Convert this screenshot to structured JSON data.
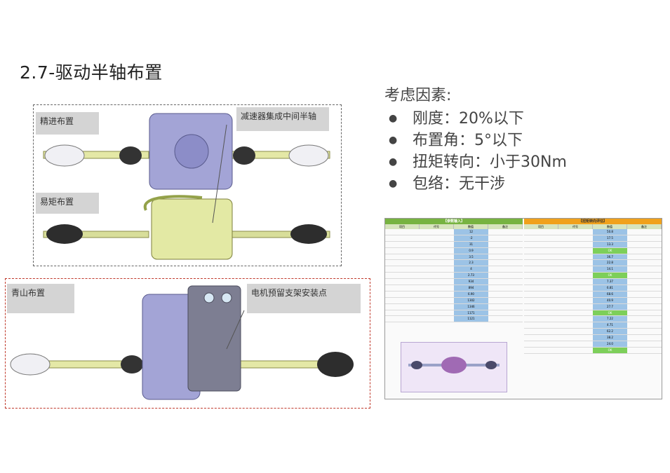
{
  "slide": {
    "title": "2.7-驱动半轴布置"
  },
  "panels": {
    "top": {
      "label_1": "精进布置",
      "label_2": "减速器集成中间半轴",
      "label_3": "易矩布置"
    },
    "bottom": {
      "label_1": "青山布置",
      "label_2": "电机预留支架安装点"
    }
  },
  "considerations": {
    "heading": "考虑因素:",
    "items": [
      "刚度：20%以下",
      "布置角：5°以下",
      "扭矩转向：小于30Nm",
      "包络：无干涉"
    ]
  },
  "spreadsheet": {
    "left_header": "【参数输入】",
    "right_header": "【扭矩转向评估】",
    "left_columns": [
      "项目",
      "代号",
      "数值",
      "备注"
    ],
    "right_columns": [
      "项目",
      "代号",
      "数值",
      "备注"
    ],
    "left_values": [
      "12",
      "-2",
      "31",
      "0.9",
      "3.5",
      "2.3",
      "4",
      "2.73",
      "934",
      "894",
      "6.90",
      "1302",
      "1346",
      "1171",
      "1121"
    ],
    "right_values": [
      "50.8",
      "17.5",
      "13.3",
      "OK",
      "36.7",
      "22.8",
      "14.1",
      "OK",
      "7.37",
      "6.81",
      "68.6",
      "40.9",
      "27.7",
      "OK",
      "7.22",
      "4.71",
      "62.2",
      "38.2",
      "24.0",
      "OK"
    ]
  }
}
